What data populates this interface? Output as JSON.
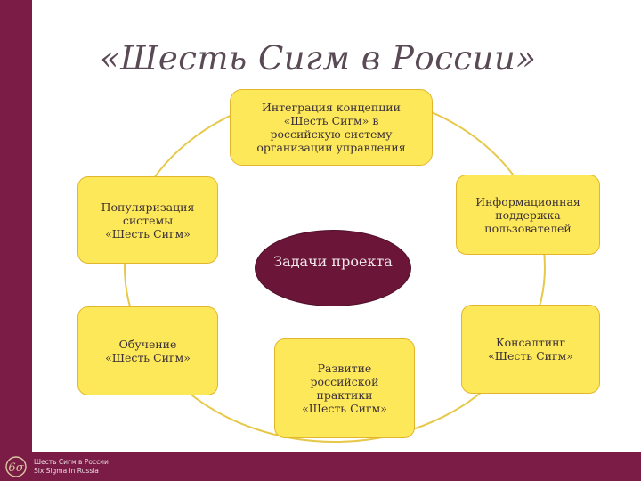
{
  "slide": {
    "title": "«Шесть Сигм в России»",
    "center": "Задачи проекта",
    "boxes": {
      "integration": "Интеграция концепции\n«Шесть Сигм» в\nроссийскую систему\nорганизации управления",
      "popularization": "Популяризация\nсистемы\n«Шесть Сигм»",
      "info_support": "Информационная\nподдержка\nпользователей",
      "training": "Обучение\n«Шесть Сигм»",
      "development": "Развитие\nроссийской\nпрактики\n«Шесть Сигм»",
      "consulting": "Консалтинг\n«Шесть Сигм»"
    }
  },
  "footer": {
    "line1": "Шесть Сигм в России",
    "line2": "Six Sigma in Russia"
  },
  "colors": {
    "accent": "#7a1c45",
    "box_fill": "#fde85a",
    "box_border": "#e2b62c",
    "ring": "#e6c84a",
    "center_fill": "#6b1538"
  }
}
